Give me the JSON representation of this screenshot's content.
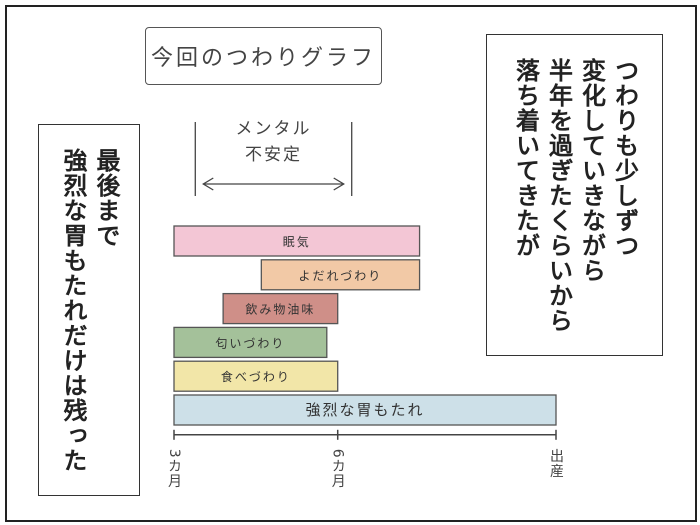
{
  "chart_data": {
    "type": "bar",
    "title": "今回のつわりグラフ",
    "annotation": {
      "label_line1": "メンタル",
      "label_line2": "不安定",
      "x_range": [
        3.5,
        6
      ]
    },
    "series": [
      {
        "name": "眠気",
        "start": 3,
        "end": 7.5,
        "color": "#f3c6d5"
      },
      {
        "name": "よだれづわり",
        "start": 4.6,
        "end": 7.5,
        "color": "#f2c9a6"
      },
      {
        "name": "飲み物油味",
        "start": 3.9,
        "end": 6,
        "color": "#cf8f88"
      },
      {
        "name": "匂いづわり",
        "start": 3,
        "end": 5.8,
        "color": "#a4c19a"
      },
      {
        "name": "食べづわり",
        "start": 3,
        "end": 6,
        "color": "#f2e6a8"
      },
      {
        "name": "強烈な胃もたれ",
        "start": 3,
        "end": 10,
        "color": "#cde0e8"
      }
    ],
    "x_ticks": [
      {
        "value": 3,
        "label": "3カ月"
      },
      {
        "value": 6,
        "label": "6カ月"
      },
      {
        "value": 10,
        "label": "出産"
      }
    ],
    "xlabel": "",
    "ylabel": ""
  },
  "captions": {
    "left": "最後まで\n強烈な胃もたれだけは残った",
    "right": "つわりも少しずつ\n変化していきながら\n半年を過ぎたくらいから\n落ち着いてきたが"
  }
}
